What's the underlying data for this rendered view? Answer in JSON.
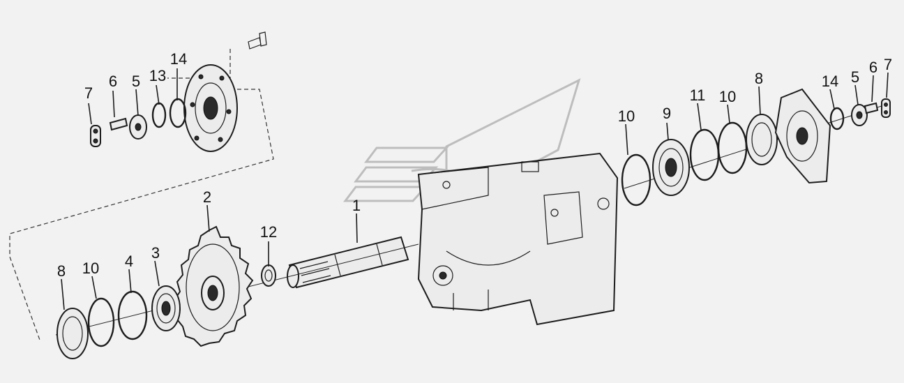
{
  "callouts": [
    {
      "id": "c7a",
      "text": "7"
    },
    {
      "id": "c6a",
      "text": "6"
    },
    {
      "id": "c5a",
      "text": "5"
    },
    {
      "id": "c13",
      "text": "13"
    },
    {
      "id": "c14a",
      "text": "14"
    },
    {
      "id": "c2",
      "text": "2"
    },
    {
      "id": "c1",
      "text": "1"
    },
    {
      "id": "c12",
      "text": "12"
    },
    {
      "id": "c8a",
      "text": "8"
    },
    {
      "id": "c10a",
      "text": "10"
    },
    {
      "id": "c4",
      "text": "4"
    },
    {
      "id": "c3",
      "text": "3"
    },
    {
      "id": "c10b",
      "text": "10"
    },
    {
      "id": "c9",
      "text": "9"
    },
    {
      "id": "c11",
      "text": "11"
    },
    {
      "id": "c10c",
      "text": "10"
    },
    {
      "id": "c8b",
      "text": "8"
    },
    {
      "id": "c14b",
      "text": "14"
    },
    {
      "id": "c5b",
      "text": "5"
    },
    {
      "id": "c6b",
      "text": "6"
    },
    {
      "id": "c7b",
      "text": "7"
    }
  ]
}
